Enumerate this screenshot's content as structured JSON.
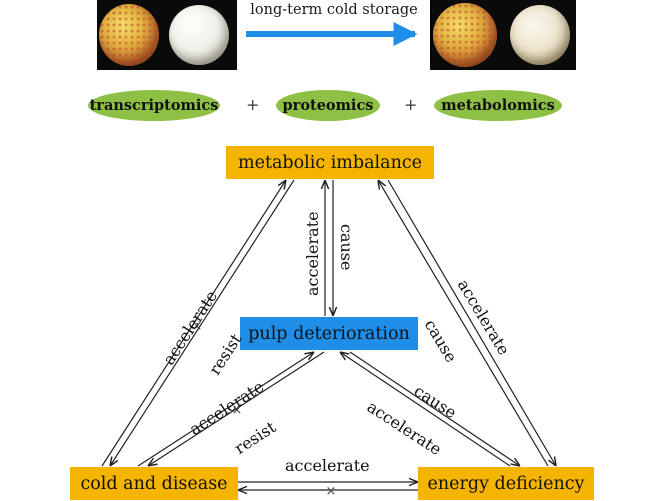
{
  "header": {
    "storage_label": "long-term cold storage",
    "arrow_color": "#1e8ee8"
  },
  "omics": {
    "items": [
      "transcriptomics",
      "proteomics",
      "metabolomics"
    ],
    "separator": "+",
    "color": "#8dc044"
  },
  "nodes": {
    "metabolic_imbalance": "metabolic imbalance",
    "pulp_deterioration": "pulp deterioration",
    "cold_and_disease": "cold and disease",
    "energy_deficiency": "energy deficiency",
    "orange_color": "#f5b400",
    "blue_color": "#1e8ee8"
  },
  "edges": {
    "cold_to_metabolic": "accelerate",
    "metabolic_to_cold_resist": "resist",
    "metabolic_to_pulp": "accelerate",
    "pulp_to_metabolic": "cause",
    "energy_to_metabolic": "accelerate",
    "energy_to_pulp": "cause",
    "cold_to_pulp": "accelerate",
    "pulp_to_cold_resist": "resist",
    "energy_to_pulp_accelerate": "accelerate",
    "pulp_to_energy": "cause",
    "cold_to_energy": "accelerate",
    "inhibit_mark": "×"
  }
}
